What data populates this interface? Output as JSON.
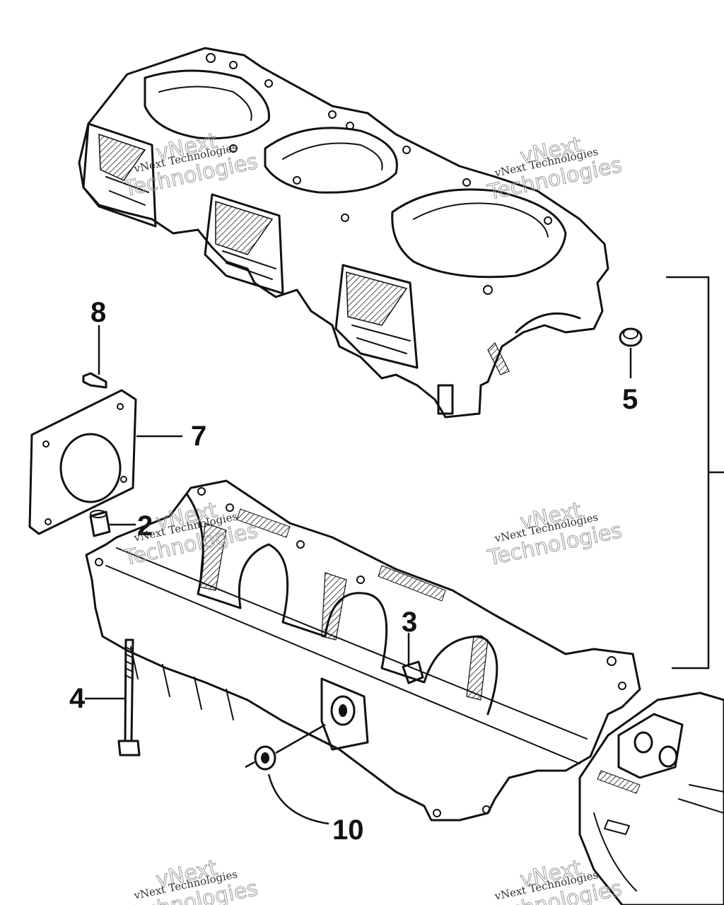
{
  "callouts": [
    {
      "id": "c2",
      "label": "2"
    },
    {
      "id": "c3",
      "label": "3"
    },
    {
      "id": "c4",
      "label": "4"
    },
    {
      "id": "c5",
      "label": "5"
    },
    {
      "id": "c7",
      "label": "7"
    },
    {
      "id": "c8",
      "label": "8"
    },
    {
      "id": "c10",
      "label": "10"
    }
  ],
  "watermarks": [
    {
      "big_1": "vNext",
      "big_2": "Technologies",
      "small": "vNext Technologies"
    },
    {
      "big_1": "vNext",
      "big_2": "Technologies",
      "small": "vNext Technologies"
    },
    {
      "big_1": "vNext",
      "big_2": "Technologies",
      "small": "vNext Technologies"
    },
    {
      "big_1": "vNext",
      "big_2": "Technologies",
      "small": "vNext Technologies"
    },
    {
      "big_1": "vNext",
      "big_2": "Technologies",
      "small": "vNext Technologies"
    },
    {
      "big_1": "vNext",
      "big_2": "Technologies",
      "small": "vNext Technologies"
    }
  ],
  "colors": {
    "ink": "#111111",
    "background": "#ffffff",
    "watermark": "#9a9a9a"
  }
}
